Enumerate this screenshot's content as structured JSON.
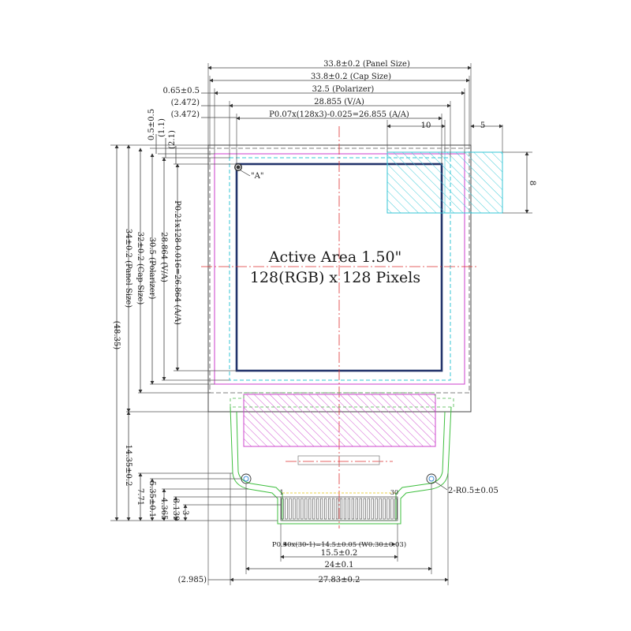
{
  "drawing": {
    "active_area_line1": "Active Area 1.50\"",
    "active_area_line2": "128(RGB) x 128 Pixels",
    "pin_a_label": "\"A\"",
    "corner_radius_label": "2-R0.5±0.05",
    "pin_first": "1",
    "pin_last": "30"
  },
  "top_dimensions": {
    "panel_size": "33.8±0.2 (Panel Size)",
    "cap_size": "33.8±0.2 (Cap Size)",
    "polarizer": "32.5 (Polarizer)",
    "va": "28.855 (V/A)",
    "aa": "P0.07x(128x3)-0.025=26.855 (A/A)",
    "left_offset_1": "0.65±0.5",
    "left_offset_2": "(2.472)",
    "left_offset_3": "(3.472)",
    "hatch_width": "10",
    "hatch_gap": "5",
    "hatch_height": "8"
  },
  "left_dimensions": {
    "offset_a": "0.5±0.5",
    "offset_b": "(1.1)",
    "offset_c": "(2.1)",
    "aa": "P0.21x128-0.016=26.864 (A/A)",
    "va": "28.864 (V/A)",
    "polarizer": "30.5 (Polarizer)",
    "cap_size": "32±0.2 (Cap Size)",
    "panel_size": "34±0.2 (Panel Size)",
    "overall": "(48.35)",
    "tail_height": "14.35±0.2",
    "tail_b": "7.71",
    "tail_c": "5.35±0.1",
    "tail_d": "4.365",
    "tail_e": "3.139",
    "tail_f": "3"
  },
  "bottom_dimensions": {
    "pitch": "P0.50x(30-1)=14.5±0.05 (W0.30±0.03)",
    "contact_width": "15.5±0.2",
    "hole_span": "24±0.1",
    "tail_width": "27.83±0.2",
    "left_offset": "(2.985)"
  }
}
